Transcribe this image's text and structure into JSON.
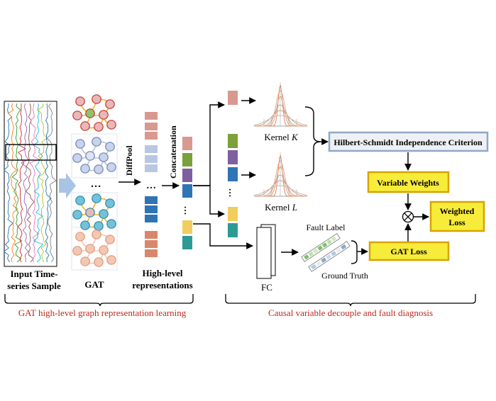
{
  "labels": {
    "input": [
      "Input Time-",
      "series Sample"
    ],
    "gat": "GAT",
    "diffpool": "DiffPool",
    "concatenation": "Concatenation",
    "high_level": [
      "High-level",
      "representations"
    ],
    "kernel_k": "Kernel ",
    "kernel_k_var": "K",
    "kernel_l": "Kernel ",
    "kernel_l_var": "L",
    "hsic": "Hilbert-Schmidt Independence Criterion",
    "variable_weights": "Variable Weights",
    "weighted_loss": [
      "Weighted",
      "Loss"
    ],
    "gat_loss": "GAT Loss",
    "fault_label": "Fault Label",
    "ground_truth": "Ground Truth",
    "fc": "FC",
    "otimes": "⊗",
    "dots": "…",
    "vdots": "⋮",
    "section_left": "GAT high-level graph representation learning",
    "section_right": "Causal variable decouple and fault diagnosis"
  },
  "colors": {
    "section_text": "#c0281c",
    "yellow_fill": "#f7ec3a",
    "yellow_border": "#d8a300",
    "hsic_fill": "#eef0f4",
    "hsic_border": "#8fa8c6",
    "pink": "#d99890",
    "green": "#7aa13a",
    "purple": "#7e5fa0",
    "blue": "#2f74b5",
    "yellow": "#f1cd5e",
    "teal": "#2c9b96",
    "orange": "#d9876a",
    "light_blue": "#b8c8e2",
    "arrow_fill": "#a9c3e6"
  }
}
